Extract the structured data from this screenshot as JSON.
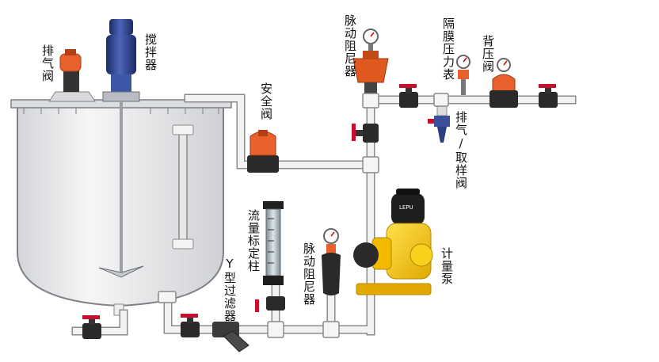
{
  "labels": {
    "vent_valve_top": "排气阀",
    "mixer": "搅拌器",
    "safety_valve": "安全阀",
    "damper_top": "脉动阻尼器",
    "diaphragm_gauge": "隔膜压力表",
    "back_pressure_valve": "背压阀",
    "vent_sample_valve": "排气/取样阀",
    "metering_pump": "计量泵",
    "calibration_column": "流量标定柱",
    "damper_bottom": "脉动阻尼器",
    "y_strainer": "Y型过滤器"
  },
  "pump_brand": "LEPU",
  "colors": {
    "pipe": "#f2f2f2",
    "pipe_edge": "#8a8a8a",
    "valve_red": "#c8102e",
    "valve_orange": "#e8602c",
    "pump_yellow": "#f5c400",
    "motor_blue": "#2b3f8c",
    "tank_fill": "#e9eaec",
    "tank_edge": "#7d8085"
  }
}
